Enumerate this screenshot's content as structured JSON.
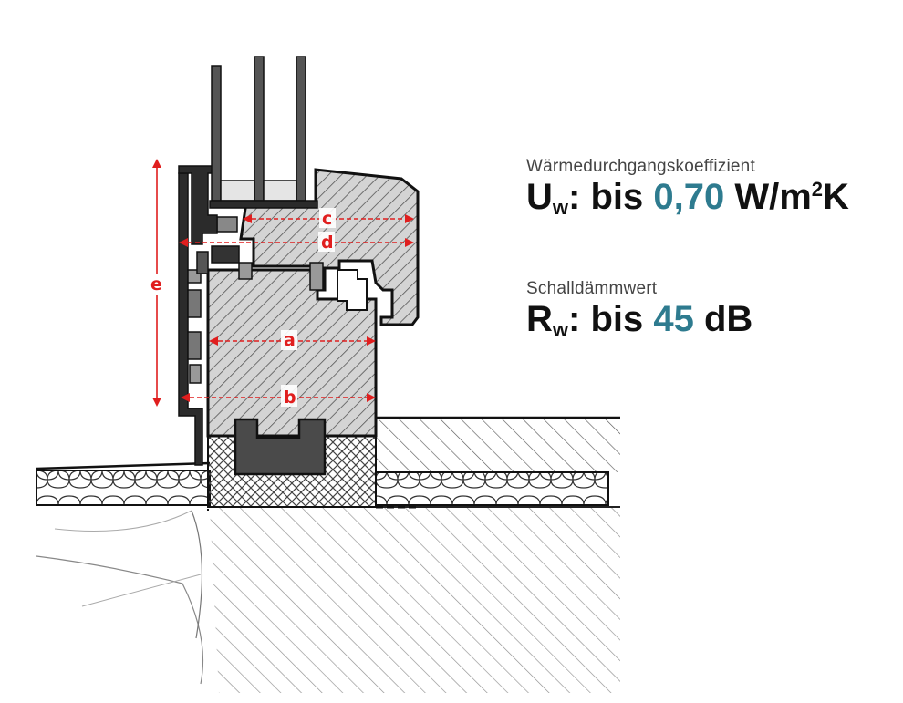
{
  "colors": {
    "accent": "#2e7b8f",
    "dimension": "#e01e1e",
    "text": "#111111",
    "label": "#444444"
  },
  "dimensions": {
    "a": "a",
    "b": "b",
    "c": "c",
    "d": "d",
    "e": "e"
  },
  "specs": {
    "uw": {
      "label": "Wärmedurchgangskoeffizient",
      "symbol": "U",
      "subscript": "w",
      "prefix": ": bis ",
      "value": "0,70",
      "unit_before_sup": " W/m",
      "unit_sup": "2",
      "unit_after_sup": "K"
    },
    "rw": {
      "label": "Schalldämmwert",
      "symbol": "R",
      "subscript": "w",
      "prefix": ": bis ",
      "value": "45",
      "unit": " dB"
    }
  }
}
